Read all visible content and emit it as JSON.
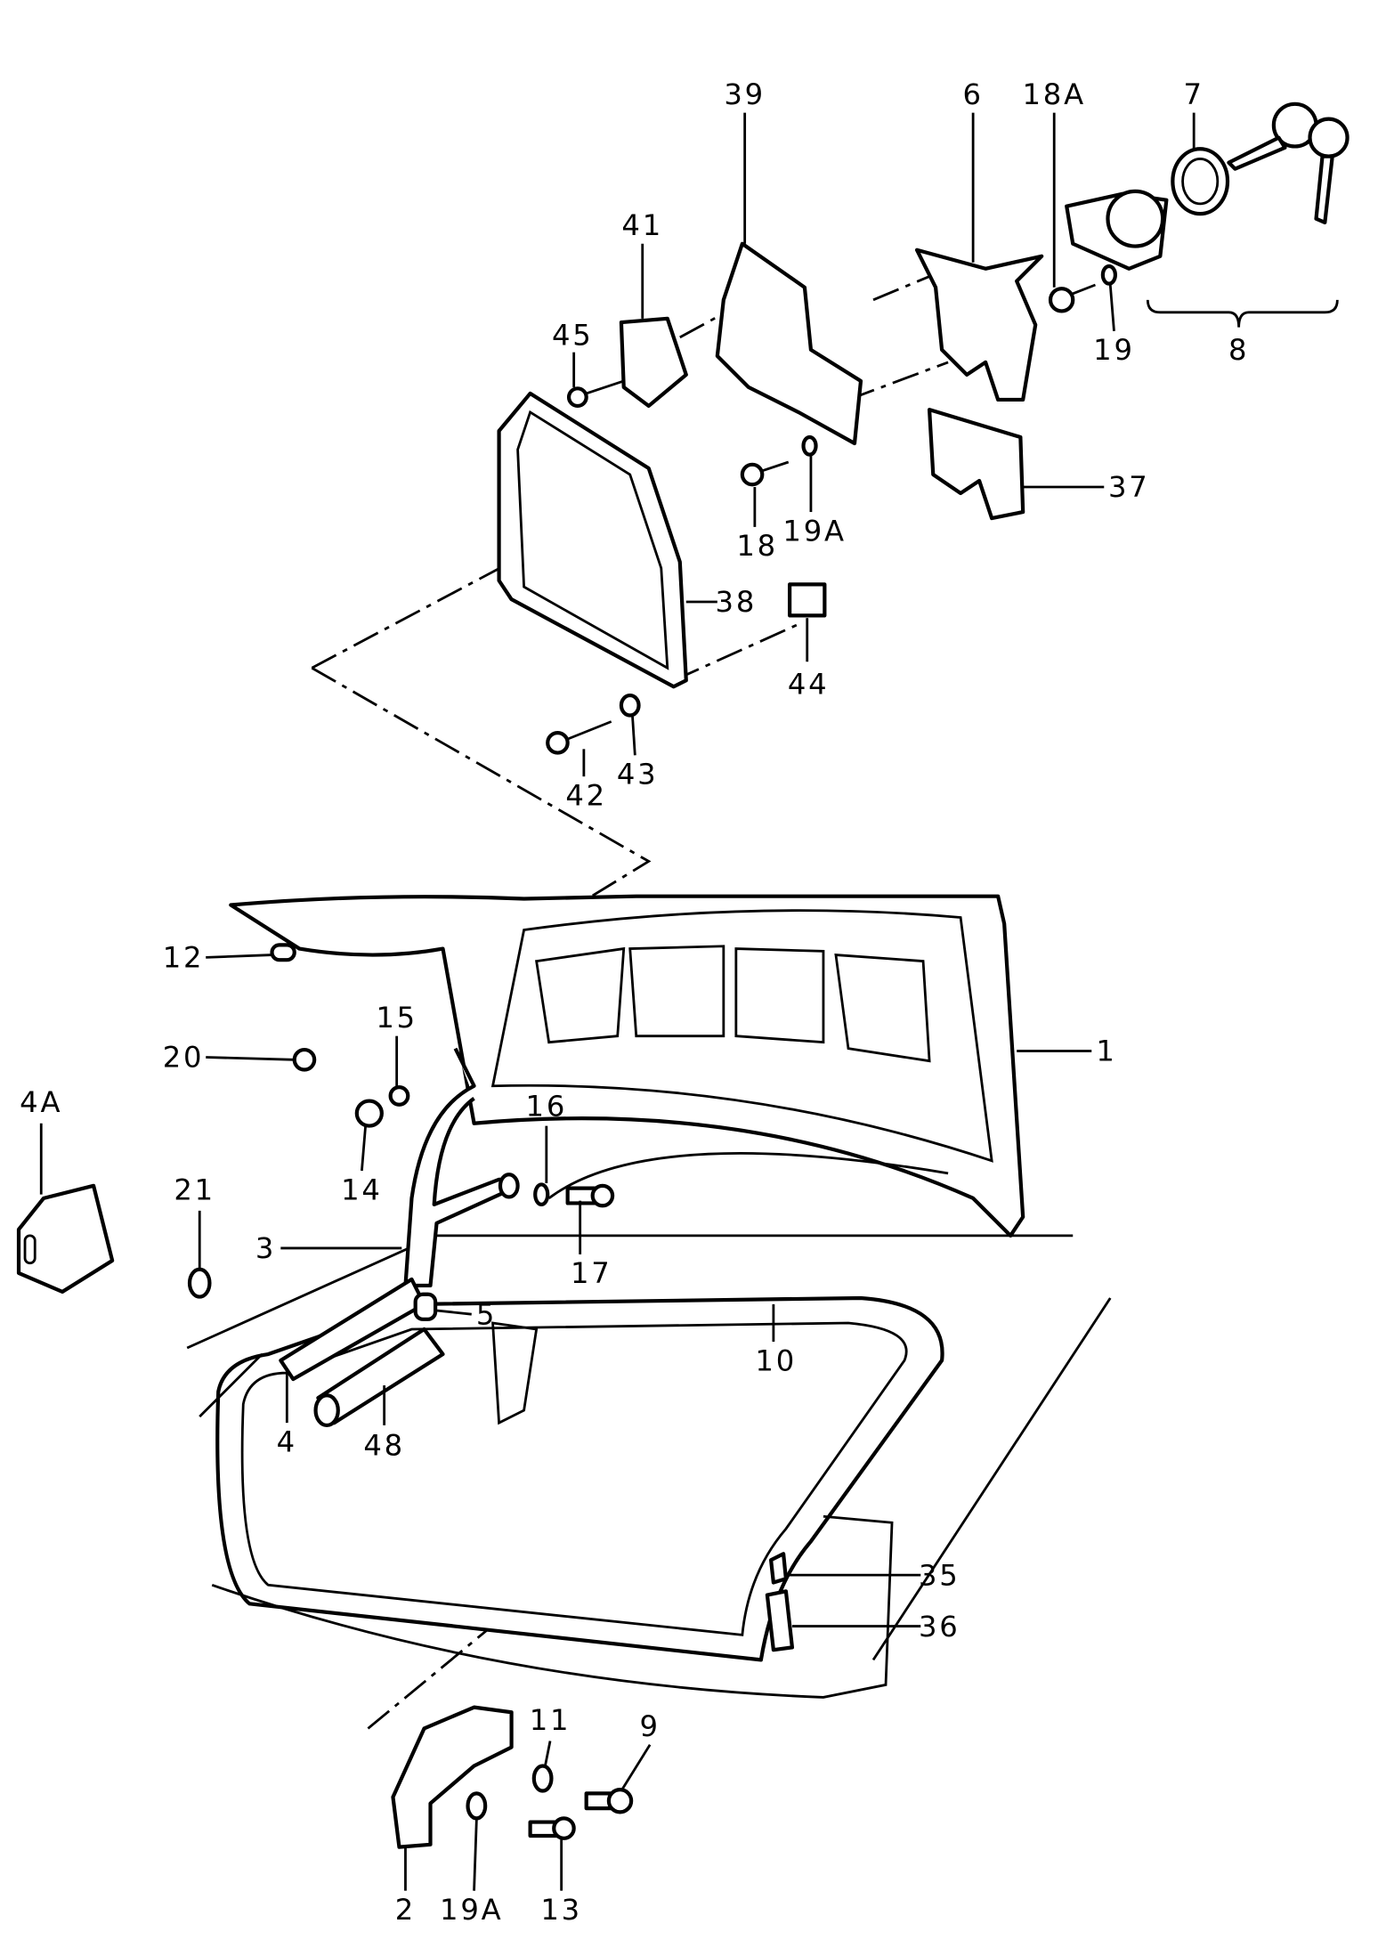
{
  "diagram": {
    "labels": {
      "p39": "39",
      "p6": "6",
      "p18A": "18A",
      "p7": "7",
      "p41": "41",
      "p45": "45",
      "p19": "19",
      "p8": "8",
      "p37": "37",
      "p18": "18",
      "p19A_top": "19A",
      "p38": "38",
      "p44": "44",
      "p42": "42",
      "p43": "43",
      "p12": "12",
      "p15": "15",
      "p20": "20",
      "p1": "1",
      "p4A": "4A",
      "p16": "16",
      "p14": "14",
      "p21": "21",
      "p3": "3",
      "p17": "17",
      "p5": "5",
      "p10": "10",
      "p4": "4",
      "p48": "48",
      "p35": "35",
      "p36": "36",
      "p11": "11",
      "p9": "9",
      "p2": "2",
      "p19A_bottom": "19A",
      "p13": "13"
    }
  }
}
